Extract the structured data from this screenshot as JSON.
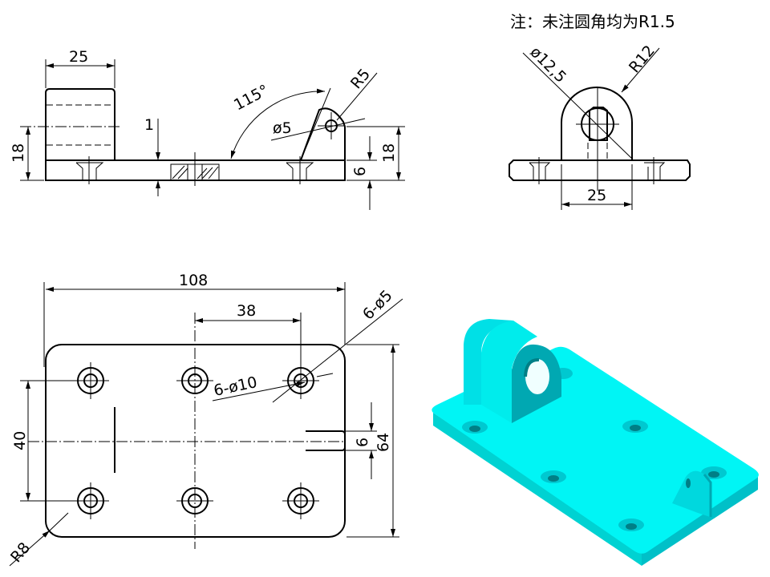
{
  "note": "注：未注圆角均为R1.5",
  "front_view": {
    "width_25": "25",
    "height_18_left": "18",
    "depth_1": "1",
    "angle_115": "115°",
    "hole_dia_5": "ø5",
    "radius_5": "R5",
    "height_18_right": "18",
    "thickness_6": "6"
  },
  "side_view": {
    "hole_dia_12_5": "ø12,5",
    "radius_12": "R12",
    "width_25": "25"
  },
  "top_view": {
    "length_108": "108",
    "spacing_38": "38",
    "spacing_40": "40",
    "holes_6_dia_10": "6-ø10",
    "holes_6_dia_5": "6-ø5",
    "slot_6": "6",
    "width_64": "64",
    "corner_r8": "R8"
  },
  "iso_view": {
    "colors": {
      "face": "#00f5f5",
      "side": "#00d2d2",
      "dark": "#007f86"
    }
  }
}
